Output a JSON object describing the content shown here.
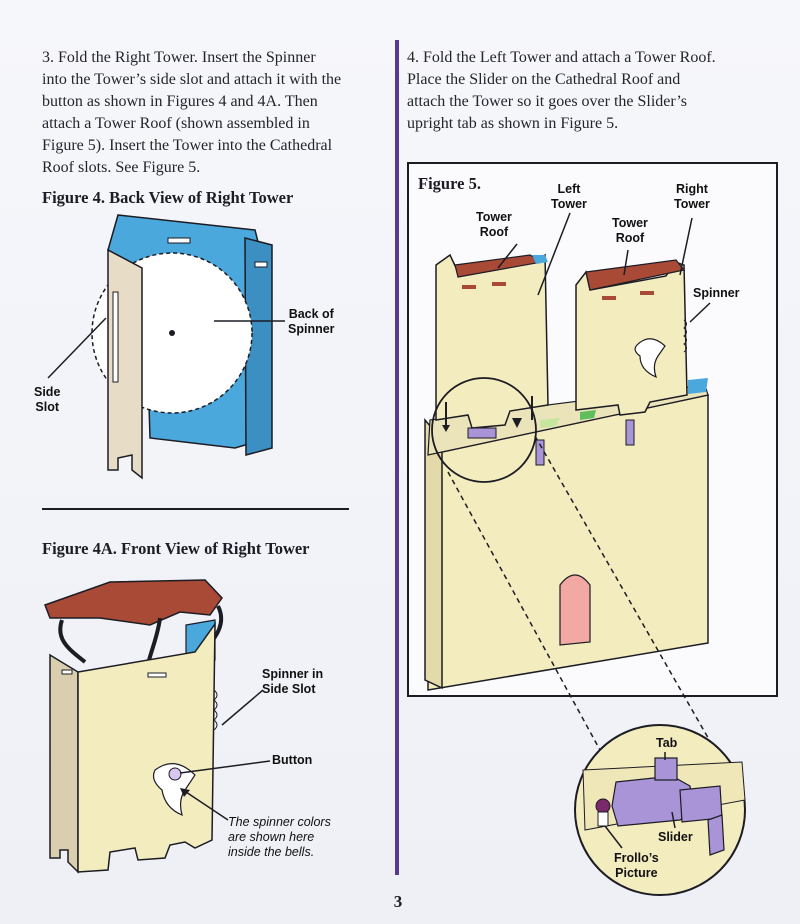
{
  "step3": {
    "line1": "3. Fold the Right Tower. Insert the Spinner",
    "line2": "into the Tower’s side slot and attach it with the",
    "line3": "button as shown in Figures 4 and 4A. Then",
    "line4": "attach a Tower Roof (shown assembled in",
    "line5": "Figure 5). Insert the Tower into the Cathedral",
    "line6": "Roof slots. See Figure 5."
  },
  "step4": {
    "line1": "4. Fold the Left Tower and attach a Tower Roof.",
    "line2": "Place the Slider on the Cathedral Roof and",
    "line3": "attach the Tower so it goes over the Slider’s",
    "line4": "upright tab as shown in Figure 5."
  },
  "figure4": {
    "title": "Figure 4.  Back View of Right Tower",
    "label_back_of_spinner_1": "Back of",
    "label_back_of_spinner_2": "Spinner",
    "label_side_slot_1": "Side",
    "label_side_slot_2": "Slot"
  },
  "figure4a": {
    "title": "Figure 4A.  Front View of Right Tower",
    "label_spinner_slot_1": "Spinner in",
    "label_spinner_slot_2": "Side Slot",
    "label_button": "Button",
    "note_1": "The spinner colors",
    "note_2": "are shown here",
    "note_3": "inside the bells."
  },
  "figure5": {
    "title": "Figure 5.",
    "label_left_tower_1": "Left",
    "label_left_tower_2": "Tower",
    "label_right_tower_1": "Right",
    "label_right_tower_2": "Tower",
    "label_tower_roof_a_1": "Tower",
    "label_tower_roof_a_2": "Roof",
    "label_tower_roof_b_1": "Tower",
    "label_tower_roof_b_2": "Roof",
    "label_spinner": "Spinner",
    "label_tab": "Tab",
    "label_slider": "Slider",
    "label_frollo_1": "Frollo’s",
    "label_frollo_2": "Picture"
  },
  "page_number": "3",
  "colors": {
    "accent_purple": "#5b3a8e",
    "tower_cream": "#f3ecbf",
    "roof_red": "#a94a37",
    "spinner_blue": "#4aa8dc",
    "slider_purple": "#a894d6",
    "door_pink": "#f2a9a4"
  }
}
